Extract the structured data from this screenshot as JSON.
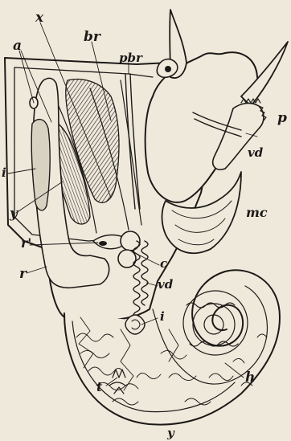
{
  "figure": {
    "labels": [
      {
        "id": "a",
        "text": "a"
      },
      {
        "id": "x",
        "text": "x"
      },
      {
        "id": "br",
        "text": "br"
      },
      {
        "id": "pbr",
        "text": "pbr"
      },
      {
        "id": "p",
        "text": "p"
      },
      {
        "id": "vd1",
        "text": "vd"
      },
      {
        "id": "i1",
        "text": "i"
      },
      {
        "id": "y1",
        "text": "y"
      },
      {
        "id": "mc",
        "text": "mc"
      },
      {
        "id": "r1",
        "text": "r'"
      },
      {
        "id": "r",
        "text": "r"
      },
      {
        "id": "c",
        "text": "c"
      },
      {
        "id": "vd2",
        "text": "vd"
      },
      {
        "id": "i2",
        "text": "i"
      },
      {
        "id": "h",
        "text": "h"
      },
      {
        "id": "t",
        "text": "t"
      },
      {
        "id": "y2",
        "text": "y"
      }
    ]
  }
}
